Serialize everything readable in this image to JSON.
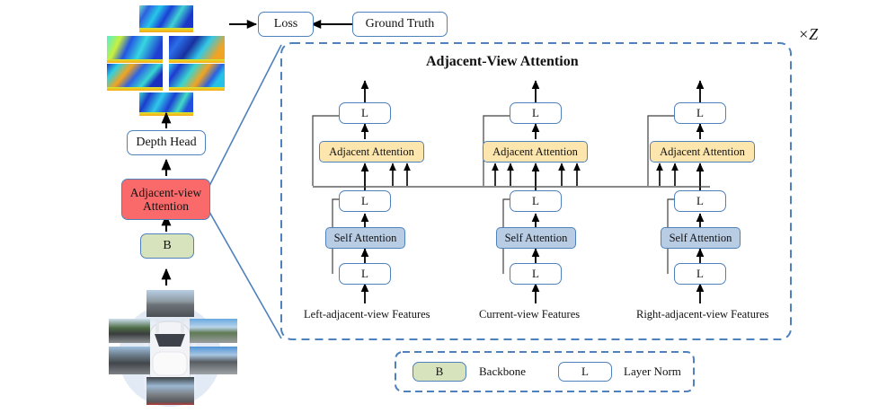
{
  "figure": {
    "inner_title": "Adjacent-View Attention",
    "repeat_label": "×Z"
  },
  "pipeline": {
    "loss_box": "Loss",
    "ground_truth_box": "Ground Truth",
    "depth_head_box": "Depth Head",
    "adjacent_view_attention_box": "Adjacent-view\nAttention",
    "adjacent_view_attention_line1": "Adjacent-view",
    "adjacent_view_attention_line2": "Attention",
    "backbone_box": "B"
  },
  "columns": [
    {
      "name": "left",
      "caption": "Left-adjacent-view Features",
      "bottom_norm": "L",
      "self_attention": "Self Attention",
      "mid_norm": "L",
      "adjacent_attention": "Adjacent Attention",
      "top_norm": "L",
      "incoming_arrows": 3
    },
    {
      "name": "current",
      "caption": "Current-view Features",
      "bottom_norm": "L",
      "self_attention": "Self Attention",
      "mid_norm": "L",
      "adjacent_attention": "Adjacent Attention",
      "top_norm": "L",
      "incoming_arrows": 5
    },
    {
      "name": "right",
      "caption": "Right-adjacent-view Features",
      "bottom_norm": "L",
      "self_attention": "Self Attention",
      "mid_norm": "L",
      "adjacent_attention": "Adjacent Attention",
      "top_norm": "L",
      "incoming_arrows": 3
    }
  ],
  "legend": {
    "items": [
      {
        "chip": "B",
        "label": "Backbone",
        "color": "#d6e3bc"
      },
      {
        "chip": "L",
        "label": "Layer Norm",
        "color": "#ffffff"
      }
    ]
  },
  "colors": {
    "box_border": "#4f81bd",
    "dashed_border": "#4f81bd",
    "adjacent_view_attention_fill": "#fb6a6b",
    "backbone_fill": "#d6e3bc",
    "adjacent_attention_fill": "#fde6ad",
    "self_attention_fill": "#b8cce4",
    "arrow": "#000000",
    "skip_line": "#404040"
  },
  "inputs": {
    "surround_view_caption": "",
    "camera_count": 6,
    "depth_map_count": 6
  }
}
